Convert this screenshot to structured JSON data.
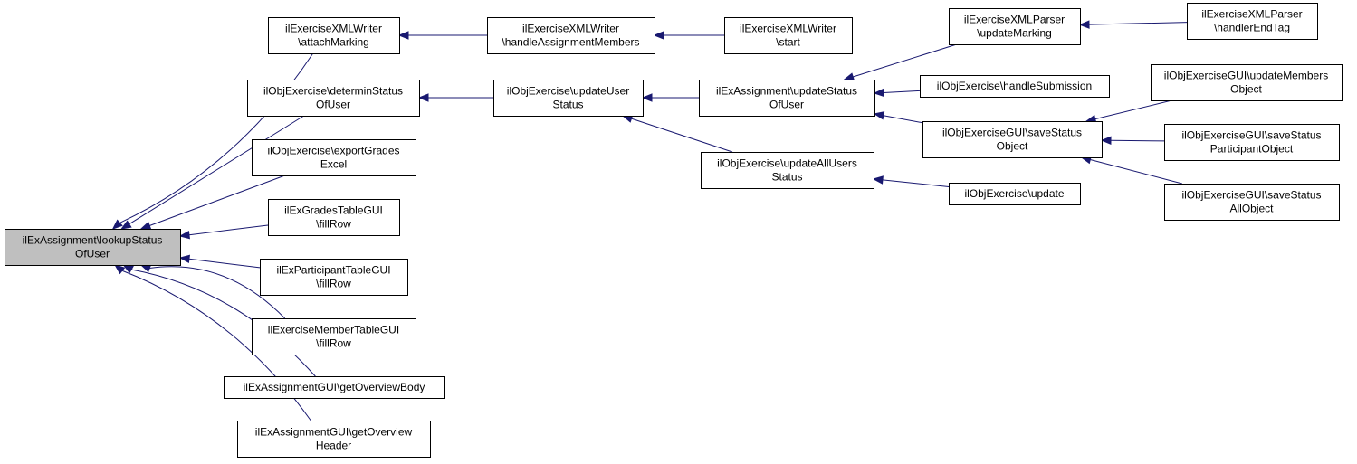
{
  "colors": {
    "edge": "#191970",
    "root_fill": "#bfbfbf",
    "node_fill": "#ffffff",
    "border": "#000000"
  },
  "nodes": [
    {
      "id": "lookup",
      "name": "node-lookup-status-of-user",
      "lines": [
        "ilExAssignment\\lookupStatus",
        "OfUser"
      ],
      "root": true
    },
    {
      "id": "attachMarking",
      "name": "node-attach-marking",
      "lines": [
        "ilExerciseXMLWriter",
        "\\attachMarking"
      ]
    },
    {
      "id": "determin",
      "name": "node-determin-status-of-user",
      "lines": [
        "ilObjExercise\\determinStatus",
        "OfUser"
      ]
    },
    {
      "id": "exportGrades",
      "name": "node-export-grades-excel",
      "lines": [
        "ilObjExercise\\exportGrades",
        "Excel"
      ]
    },
    {
      "id": "gradesFill",
      "name": "node-grades-table-fill-row",
      "lines": [
        "ilExGradesTableGUI",
        "\\fillRow"
      ]
    },
    {
      "id": "participantFill",
      "name": "node-participant-table-fill-row",
      "lines": [
        "ilExParticipantTableGUI",
        "\\fillRow"
      ]
    },
    {
      "id": "memberFill",
      "name": "node-member-table-fill-row",
      "lines": [
        "ilExerciseMemberTableGUI",
        "\\fillRow"
      ]
    },
    {
      "id": "overviewBody",
      "name": "node-get-overview-body",
      "lines": [
        "ilExAssignmentGUI\\getOverviewBody"
      ]
    },
    {
      "id": "overviewHeader",
      "name": "node-get-overview-header",
      "lines": [
        "ilExAssignmentGUI\\getOverview",
        "Header"
      ]
    },
    {
      "id": "handleMembers",
      "name": "node-handle-assignment-members",
      "lines": [
        "ilExerciseXMLWriter",
        "\\handleAssignmentMembers"
      ]
    },
    {
      "id": "writerStart",
      "name": "node-xml-writer-start",
      "lines": [
        "ilExerciseXMLWriter",
        "\\start"
      ]
    },
    {
      "id": "updateUserStatus",
      "name": "node-update-user-status",
      "lines": [
        "ilObjExercise\\updateUser",
        "Status"
      ]
    },
    {
      "id": "updateStatusOfUser",
      "name": "node-update-status-of-user",
      "lines": [
        "ilExAssignment\\updateStatus",
        "OfUser"
      ]
    },
    {
      "id": "updateAllUsers",
      "name": "node-update-all-users-status",
      "lines": [
        "ilObjExercise\\updateAllUsers",
        "Status"
      ]
    },
    {
      "id": "parserUpdateMarking",
      "name": "node-parser-update-marking",
      "lines": [
        "ilExerciseXMLParser",
        "\\updateMarking"
      ]
    },
    {
      "id": "handleSubmission",
      "name": "node-handle-submission",
      "lines": [
        "ilObjExercise\\handleSubmission"
      ]
    },
    {
      "id": "saveStatusObject",
      "name": "node-save-status-object",
      "lines": [
        "ilObjExerciseGUI\\saveStatus",
        "Object"
      ]
    },
    {
      "id": "objUpdate",
      "name": "node-obj-exercise-update",
      "lines": [
        "ilObjExercise\\update"
      ]
    },
    {
      "id": "handlerEndTag",
      "name": "node-handler-end-tag",
      "lines": [
        "ilExerciseXMLParser",
        "\\handlerEndTag"
      ]
    },
    {
      "id": "updateMembersObject",
      "name": "node-update-members-object",
      "lines": [
        "ilObjExerciseGUI\\updateMembers",
        "Object"
      ]
    },
    {
      "id": "saveStatusParticipant",
      "name": "node-save-status-participant-object",
      "lines": [
        "ilObjExerciseGUI\\saveStatus",
        "ParticipantObject"
      ]
    },
    {
      "id": "saveStatusAll",
      "name": "node-save-status-all-object",
      "lines": [
        "ilObjExerciseGUI\\saveStatus",
        "AllObject"
      ]
    }
  ],
  "edges": [
    {
      "from": "attachMarking",
      "to": "lookup"
    },
    {
      "from": "determin",
      "to": "lookup"
    },
    {
      "from": "exportGrades",
      "to": "lookup"
    },
    {
      "from": "gradesFill",
      "to": "lookup"
    },
    {
      "from": "participantFill",
      "to": "lookup"
    },
    {
      "from": "memberFill",
      "to": "lookup"
    },
    {
      "from": "overviewBody",
      "to": "lookup"
    },
    {
      "from": "overviewHeader",
      "to": "lookup"
    },
    {
      "from": "handleMembers",
      "to": "attachMarking"
    },
    {
      "from": "writerStart",
      "to": "handleMembers"
    },
    {
      "from": "updateUserStatus",
      "to": "determin"
    },
    {
      "from": "updateStatusOfUser",
      "to": "updateUserStatus"
    },
    {
      "from": "updateAllUsers",
      "to": "updateUserStatus"
    },
    {
      "from": "parserUpdateMarking",
      "to": "updateStatusOfUser"
    },
    {
      "from": "handleSubmission",
      "to": "updateStatusOfUser"
    },
    {
      "from": "saveStatusObject",
      "to": "updateStatusOfUser"
    },
    {
      "from": "objUpdate",
      "to": "updateAllUsers"
    },
    {
      "from": "handlerEndTag",
      "to": "parserUpdateMarking"
    },
    {
      "from": "updateMembersObject",
      "to": "saveStatusObject"
    },
    {
      "from": "saveStatusParticipant",
      "to": "saveStatusObject"
    },
    {
      "from": "saveStatusAll",
      "to": "saveStatusObject"
    }
  ]
}
